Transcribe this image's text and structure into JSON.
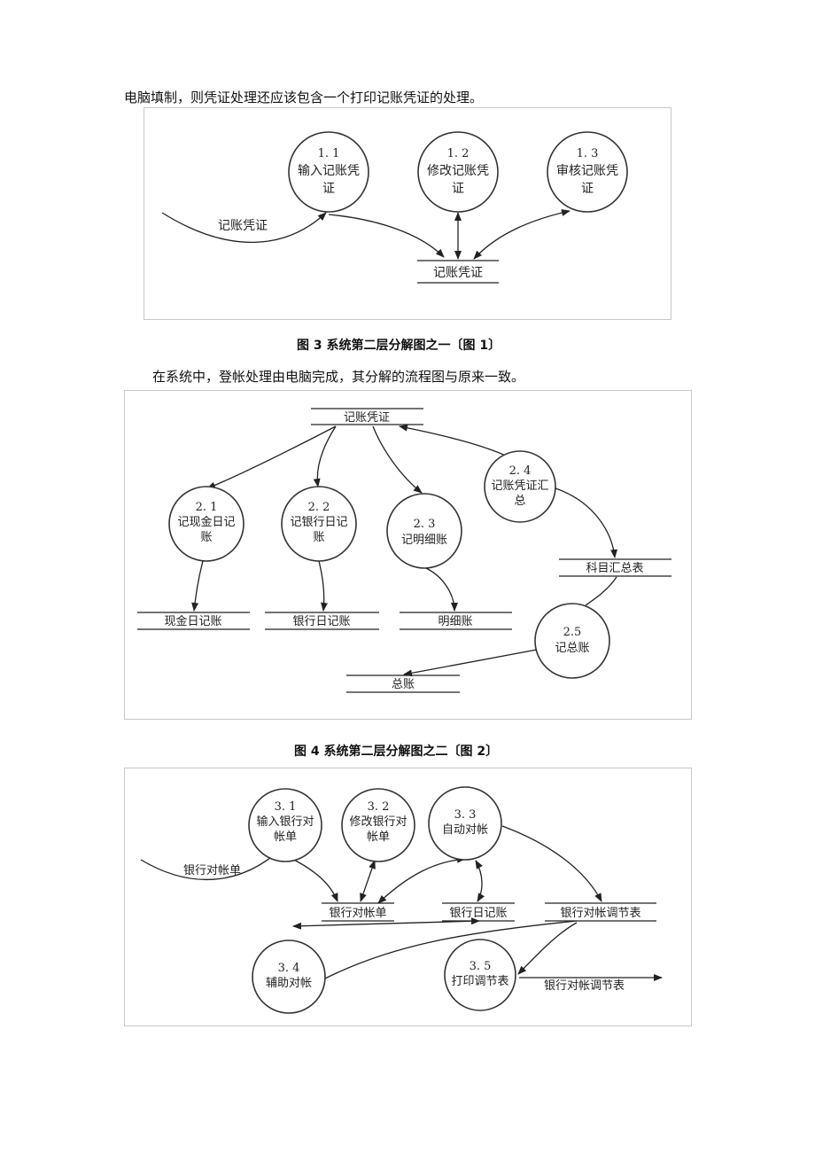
{
  "intro_text": "电脑填制，则凭证处理还应该包含一个打印记账凭证的处理。",
  "figure3": {
    "caption": "图 3  系统第二层分解图之一〔图 1〕",
    "processes": [
      {
        "num": "1. 1",
        "line1": "输入记账凭",
        "line2": "证"
      },
      {
        "num": "1. 2",
        "line1": "修改记账凭",
        "line2": "证"
      },
      {
        "num": "1. 3",
        "line1": "审核记账凭",
        "line2": "证"
      }
    ],
    "flow_label": "记账凭证",
    "store": "记账凭证"
  },
  "mid_text": "在系统中，登帐处理由电脑完成，其分解的流程图与原来一致。",
  "figure4": {
    "caption": "图 4   系统第二层分解图之二〔图 2〕",
    "top_store": "记账凭证",
    "processes": [
      {
        "num": "2. 1",
        "line1": "记现金日记",
        "line2": "账"
      },
      {
        "num": "2. 2",
        "line1": "记银行日记",
        "line2": "账"
      },
      {
        "num": "2. 3",
        "line1": "记明细账",
        "line2": ""
      },
      {
        "num": "2. 4",
        "line1": "记账凭证汇",
        "line2": "总"
      },
      {
        "num": "2.5",
        "line1": "记总账",
        "line2": ""
      }
    ],
    "stores": {
      "cash": "现金日记账",
      "bank": "银行日记账",
      "detail": "明细账",
      "summary": "科目汇总表",
      "general": "总账"
    }
  },
  "figure5": {
    "processes": [
      {
        "num": "3. 1",
        "line1": "输入银行对",
        "line2": "帐单"
      },
      {
        "num": "3. 2",
        "line1": "修改银行对",
        "line2": "帐单"
      },
      {
        "num": "3. 3",
        "line1": "自动对帐",
        "line2": ""
      },
      {
        "num": "3. 4",
        "line1": "辅助对帐",
        "line2": ""
      },
      {
        "num": "3. 5",
        "line1": "打印调节表",
        "line2": ""
      }
    ],
    "flow_in": "银行对帐单",
    "flow_out": "银行对帐调节表",
    "stores": {
      "statement": "银行对帐单",
      "journal": "银行日记账",
      "reconcile": "银行对帐调节表"
    }
  }
}
